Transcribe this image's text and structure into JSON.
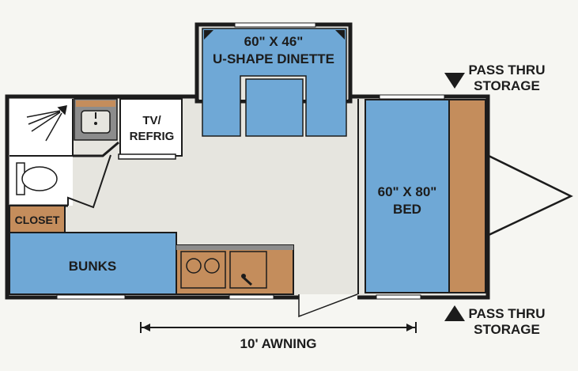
{
  "colors": {
    "background": "#f6f6f2",
    "floor": "#e6e5df",
    "wall": "#1c1c1c",
    "furniture_blue": "#6fa8d6",
    "wood": "#c48d5c",
    "counter_gray": "#8c8c8c",
    "bath_white": "#ffffff"
  },
  "labels": {
    "dinette": [
      "60\" X 46\"",
      "U-SHAPE DINETTE"
    ],
    "tv_refrig": [
      "TV/",
      "REFRIG"
    ],
    "bed": [
      "60\" X 80\"",
      "BED"
    ],
    "closet": "CLOSET",
    "bunks": "BUNKS",
    "awning": "10' AWNING",
    "pass_thru_top": [
      "PASS THRU",
      "STORAGE"
    ],
    "pass_thru_bottom": [
      "PASS THRU",
      "STORAGE"
    ]
  },
  "icons": {
    "shower": "shower-head-icon",
    "sink": "sink-icon",
    "toilet": "toilet-icon",
    "stove": "stove-burners-icon",
    "faucet": "faucet-icon",
    "arrow_down": "triangle-down-icon",
    "arrow_up": "triangle-up-icon"
  }
}
